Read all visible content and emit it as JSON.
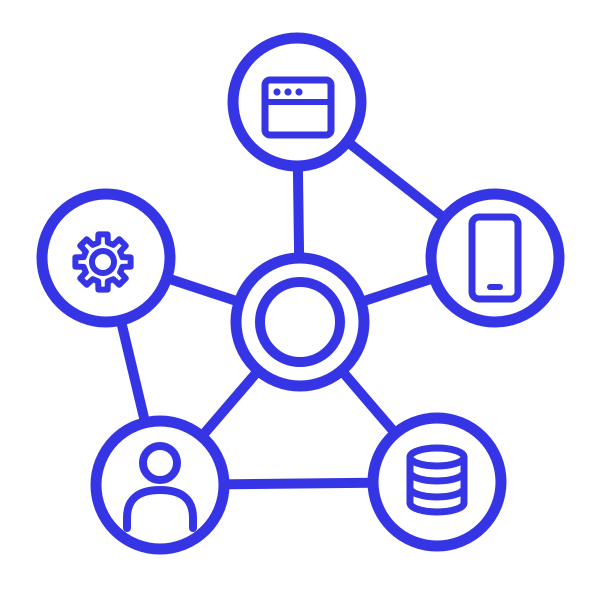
{
  "colors": {
    "accent": "#3535e6",
    "background": "#ffffff"
  },
  "nodes": [
    {
      "id": "hub",
      "icon": "ring-icon"
    },
    {
      "id": "browser",
      "icon": "browser-window-icon"
    },
    {
      "id": "mobile",
      "icon": "smartphone-icon"
    },
    {
      "id": "settings",
      "icon": "gear-icon"
    },
    {
      "id": "user",
      "icon": "user-icon"
    },
    {
      "id": "database",
      "icon": "database-icon"
    }
  ],
  "edges": [
    [
      "hub",
      "browser"
    ],
    [
      "hub",
      "mobile"
    ],
    [
      "hub",
      "settings"
    ],
    [
      "hub",
      "user"
    ],
    [
      "hub",
      "database"
    ],
    [
      "browser",
      "mobile"
    ],
    [
      "settings",
      "user"
    ],
    [
      "user",
      "database"
    ]
  ]
}
